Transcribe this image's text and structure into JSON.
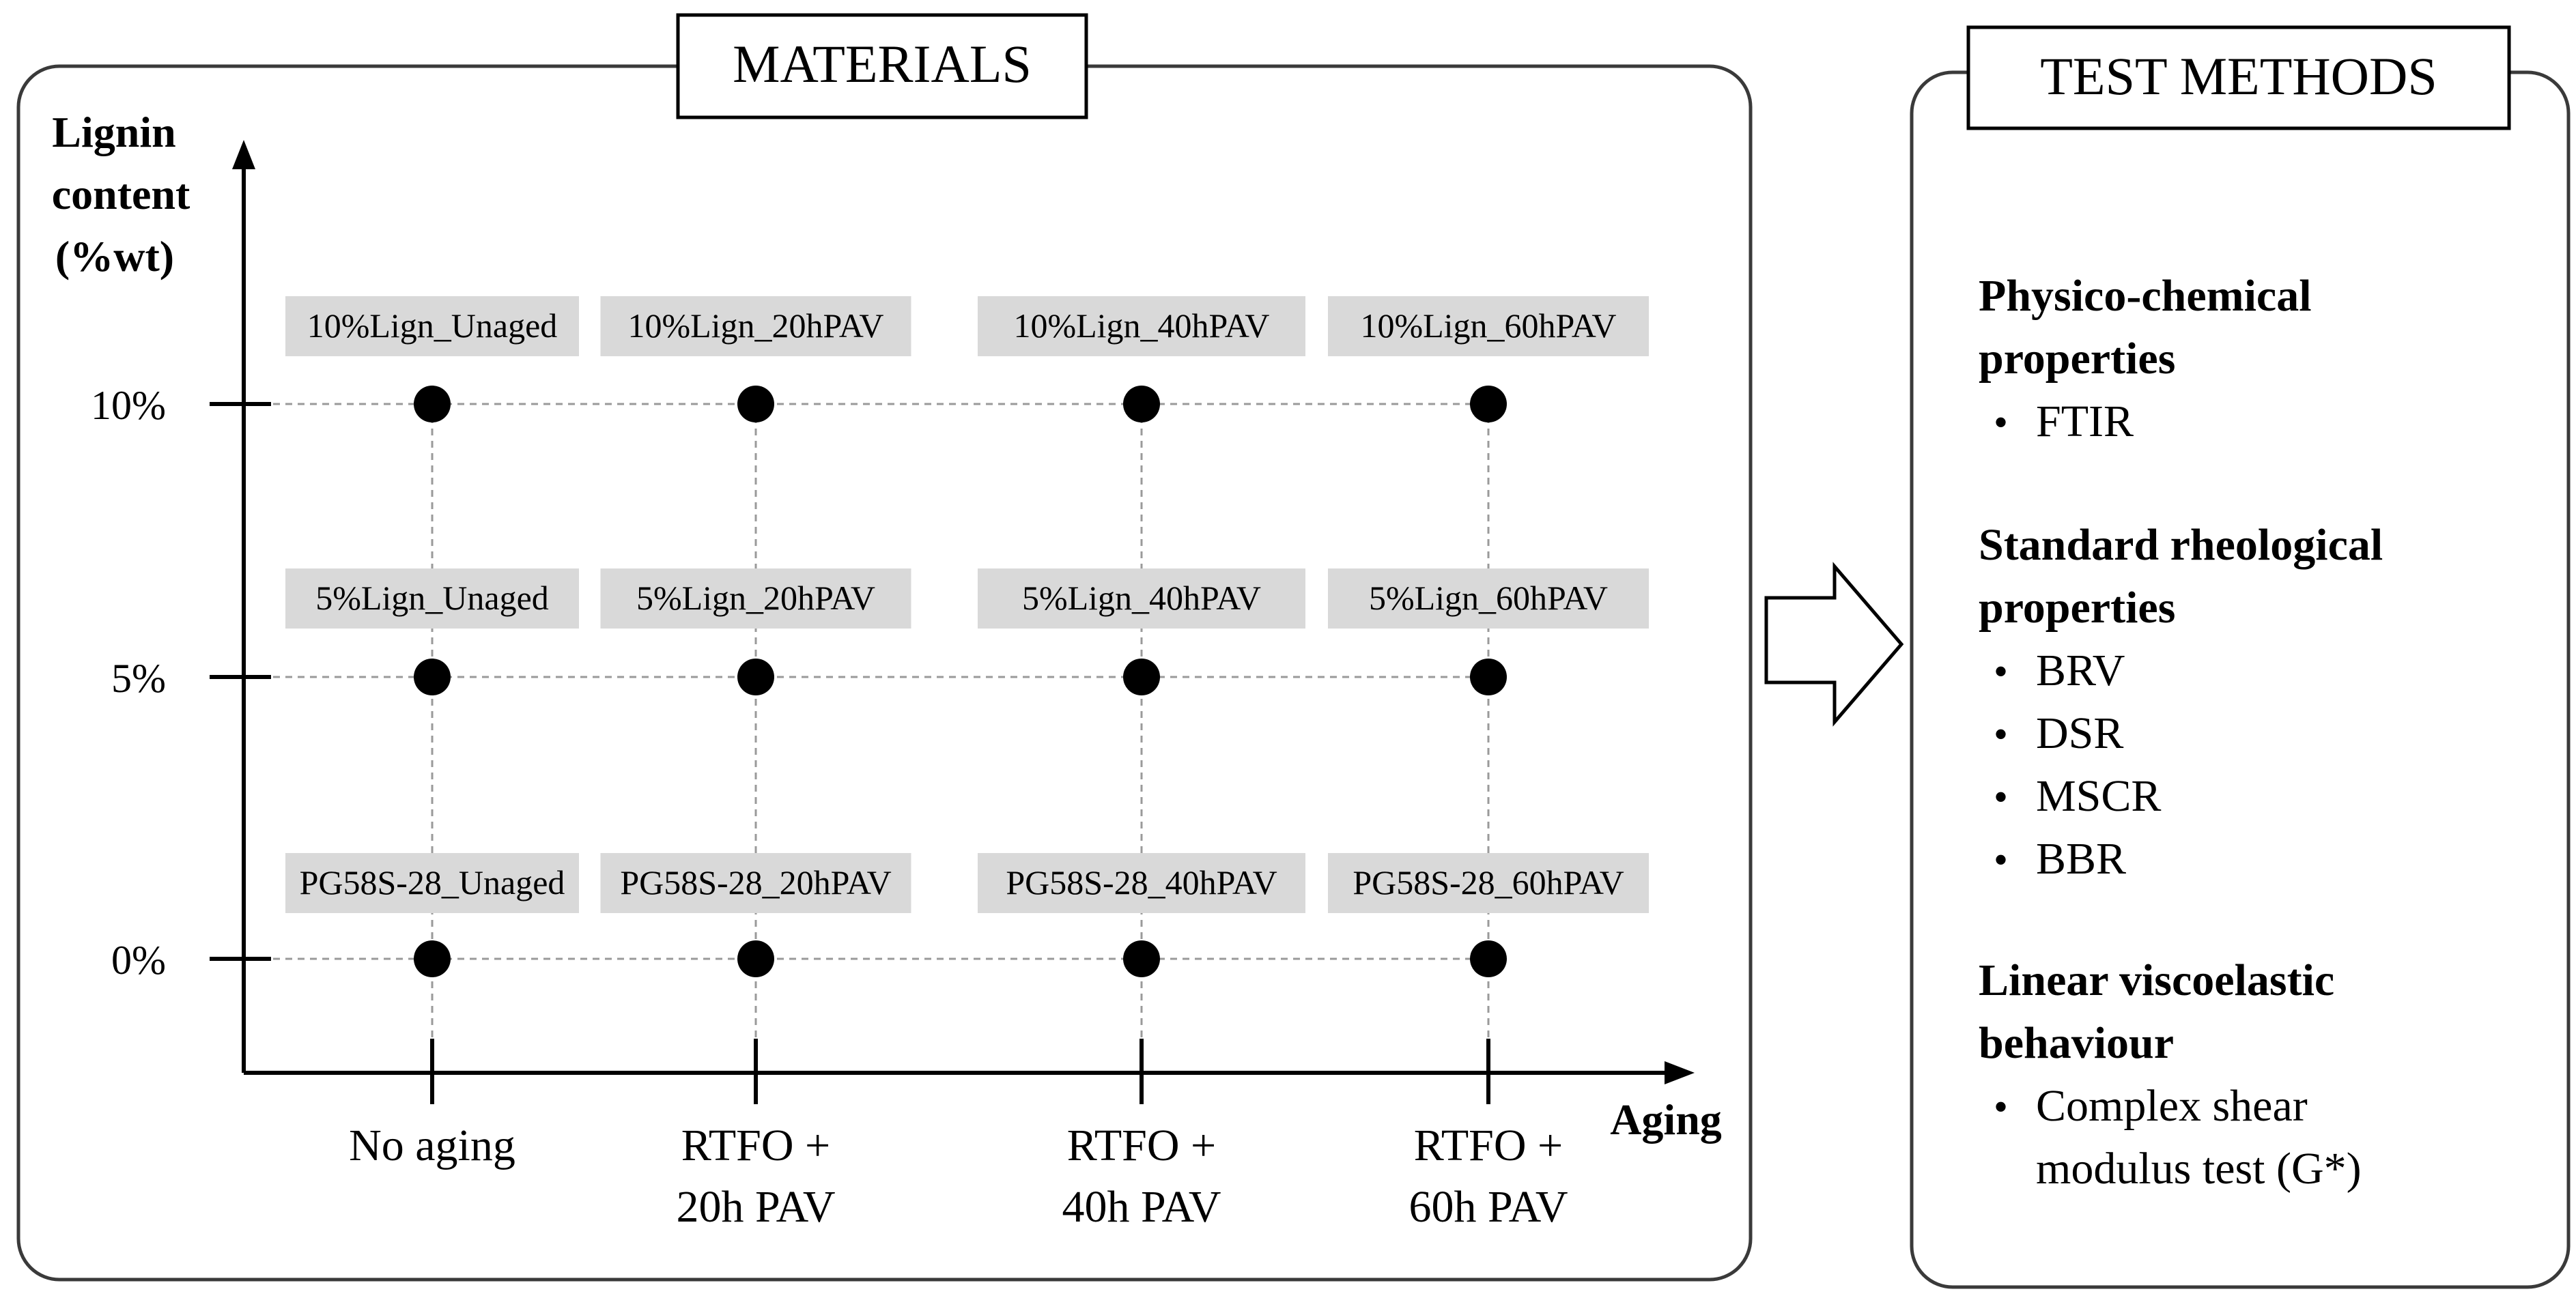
{
  "materials": {
    "title": "MATERIALS",
    "y_axis_label": [
      "Lignin",
      "content",
      "(%wt)"
    ],
    "x_axis_label": "Aging",
    "y_ticks": [
      "10%",
      "5%",
      "0%"
    ],
    "x_ticks": [
      [
        "No aging"
      ],
      [
        "RTFO +",
        "20h PAV"
      ],
      [
        "RTFO +",
        "40h PAV"
      ],
      [
        "RTFO +",
        "60h PAV"
      ]
    ],
    "samples": [
      [
        "10%Lign_Unaged",
        "10%Lign_20hPAV",
        "10%Lign_40hPAV",
        "10%Lign_60hPAV"
      ],
      [
        "5%Lign_Unaged",
        "5%Lign_20hPAV",
        "5%Lign_40hPAV",
        "5%Lign_60hPAV"
      ],
      [
        "PG58S-28_Unaged",
        "PG58S-28_20hPAV",
        "PG58S-28_40hPAV",
        "PG58S-28_60hPAV"
      ]
    ]
  },
  "test_methods": {
    "title": "TEST METHODS",
    "sections": [
      {
        "heading": [
          "Physico-chemical",
          "properties"
        ],
        "items": [
          [
            "FTIR"
          ]
        ]
      },
      {
        "heading": [
          "Standard rheological",
          "properties"
        ],
        "items": [
          [
            "BRV"
          ],
          [
            "DSR"
          ],
          [
            "MSCR"
          ],
          [
            "BBR"
          ]
        ]
      },
      {
        "heading": [
          "Linear viscoelastic",
          "behaviour"
        ],
        "items": [
          [
            "Complex shear",
            "modulus test (G*)"
          ]
        ]
      }
    ],
    "bullet": "•"
  },
  "colors": {
    "line": "#000000",
    "frame": "#3a3a3a",
    "grid": "#9a9a9a",
    "label_bg": "#d9d9d9"
  }
}
